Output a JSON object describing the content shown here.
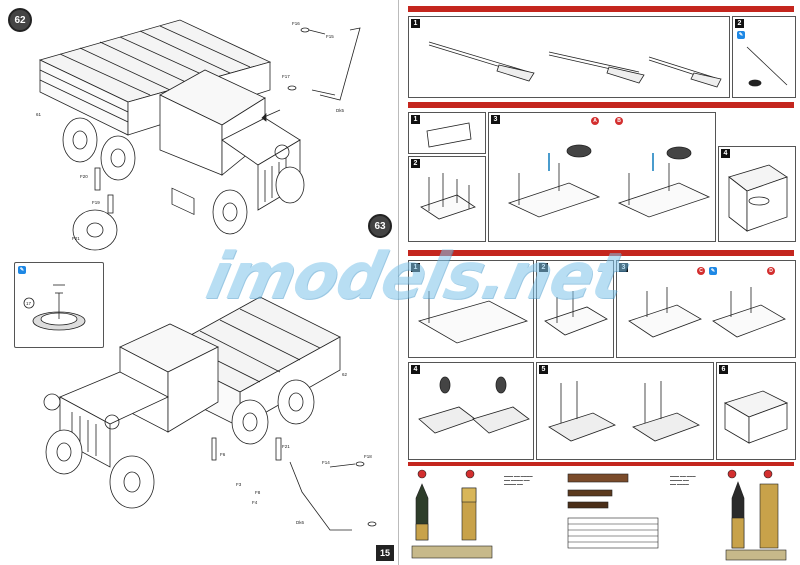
{
  "left_page": {
    "steps": [
      "62",
      "63"
    ],
    "page_number": "15",
    "inset_callout": "17",
    "part_labels": {
      "step62": [
        "F16",
        "F15",
        "F17",
        "Dk5",
        "61",
        "F20",
        "F19",
        "F21"
      ],
      "step63": [
        "F8",
        "F4",
        "F3",
        "F21",
        "F6",
        "F14",
        "F18",
        "Dk6",
        "62"
      ]
    }
  },
  "right_page": {
    "section1": {
      "panels": [
        "1",
        "2"
      ]
    },
    "section2": {
      "panels": [
        "1",
        "2",
        "3",
        "4"
      ]
    },
    "section3": {
      "panels": [
        "1",
        "2",
        "3",
        "4",
        "5",
        "6"
      ]
    },
    "legend": {
      "badges": [
        "A",
        "B",
        "C",
        "D"
      ]
    }
  },
  "watermark": "imodels.net",
  "colors": {
    "accent_red": "#c4261e",
    "badge_blue": "#1e88e5",
    "watermark": "#7fc4ea"
  }
}
